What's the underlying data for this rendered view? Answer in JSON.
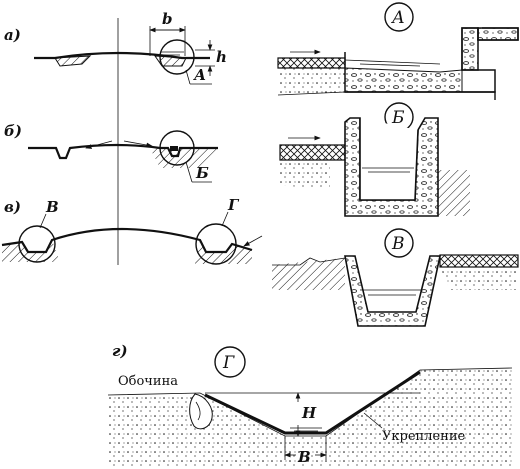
{
  "panel_a": {
    "label": "а)",
    "dim_b": "b",
    "dim_h": "h",
    "callout": "А"
  },
  "panel_b": {
    "label": "б)",
    "callout": "Б"
  },
  "panel_v": {
    "label": "в)",
    "callout_left": "В",
    "callout_right": "Г"
  },
  "panel_g": {
    "label": "г)",
    "shoulder_label": "Обочина",
    "lining_label": "Укрепление",
    "dim_H": "Н",
    "dim_B": "В"
  },
  "detail_A": {
    "badge": "А"
  },
  "detail_B": {
    "badge": "Б"
  },
  "detail_V": {
    "badge": "В"
  },
  "detail_G": {
    "badge": "Г"
  },
  "colors": {
    "ink": "#111111",
    "paper": "#ffffff"
  }
}
